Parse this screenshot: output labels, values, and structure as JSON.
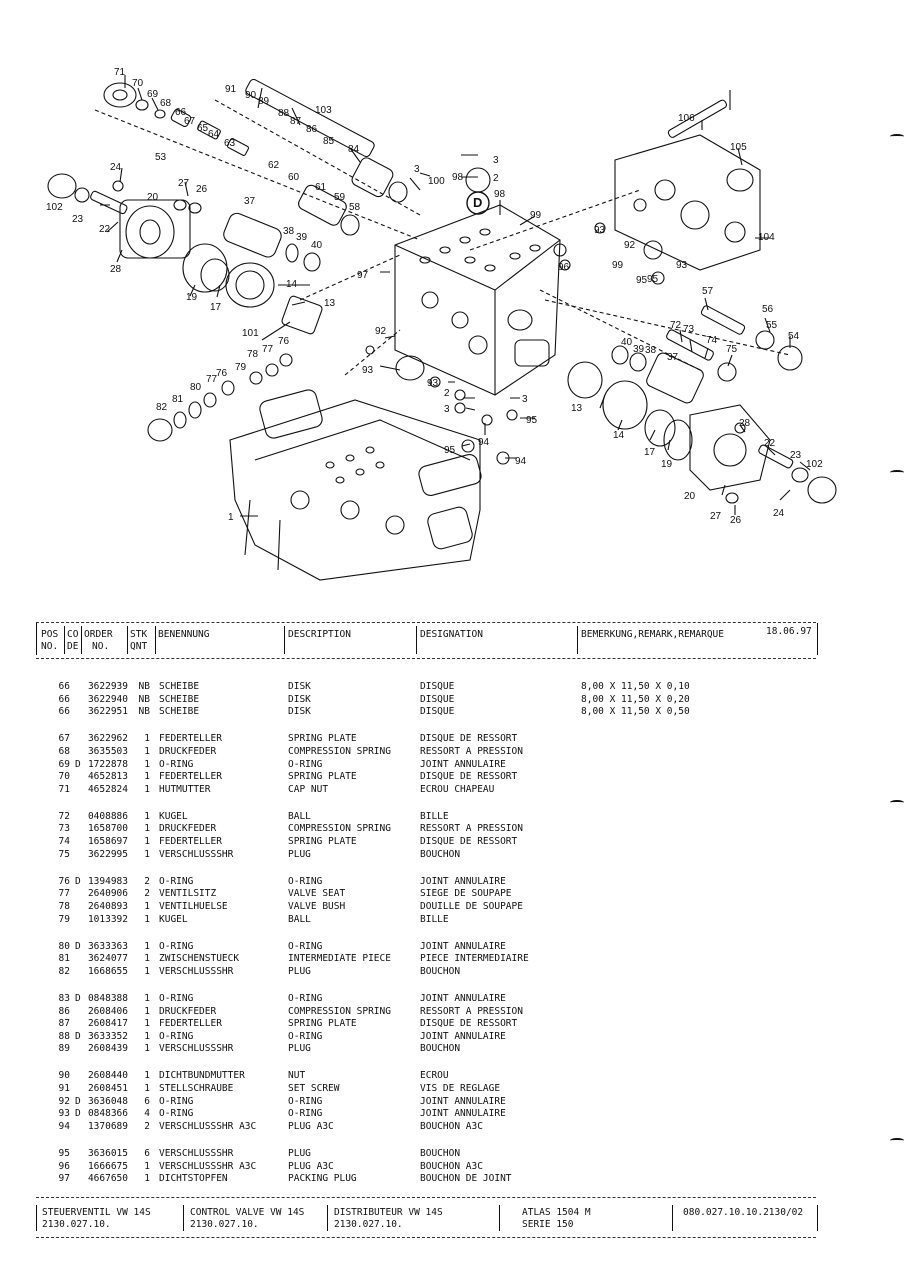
{
  "header": {
    "pos": "POS",
    "no": "NO.",
    "co": "CO",
    "de": "DE",
    "order": "ORDER",
    "order_no": "NO.",
    "stk": "STK",
    "qnt": "QNT",
    "benennung": "BENENNUNG",
    "description": "DESCRIPTION",
    "designation": "DESIGNATION",
    "remark": "BEMERKUNG,REMARK,REMARQUE",
    "date": "18.06.97"
  },
  "groups": [
    [
      {
        "pos": "66",
        "co": "",
        "order": "3622939",
        "qty": "NB",
        "ben": "SCHEIBE",
        "desc": "DISK",
        "desig": "DISQUE",
        "rem": "8,00 X 11,50 X 0,10"
      },
      {
        "pos": "66",
        "co": "",
        "order": "3622940",
        "qty": "NB",
        "ben": "SCHEIBE",
        "desc": "DISK",
        "desig": "DISQUE",
        "rem": "8,00 X 11,50 X 0,20"
      },
      {
        "pos": "66",
        "co": "",
        "order": "3622951",
        "qty": "NB",
        "ben": "SCHEIBE",
        "desc": "DISK",
        "desig": "DISQUE",
        "rem": "8,00 X 11,50 X 0,50"
      }
    ],
    [
      {
        "pos": "67",
        "co": "",
        "order": "3622962",
        "qty": "1",
        "ben": "FEDERTELLER",
        "desc": "SPRING PLATE",
        "desig": "DISQUE DE RESSORT",
        "rem": ""
      },
      {
        "pos": "68",
        "co": "",
        "order": "3635503",
        "qty": "1",
        "ben": "DRUCKFEDER",
        "desc": "COMPRESSION SPRING",
        "desig": "RESSORT A PRESSION",
        "rem": ""
      },
      {
        "pos": "69",
        "co": "D",
        "order": "1722878",
        "qty": "1",
        "ben": "O-RING",
        "desc": "O-RING",
        "desig": "JOINT ANNULAIRE",
        "rem": ""
      },
      {
        "pos": "70",
        "co": "",
        "order": "4652813",
        "qty": "1",
        "ben": "FEDERTELLER",
        "desc": "SPRING PLATE",
        "desig": "DISQUE DE RESSORT",
        "rem": ""
      },
      {
        "pos": "71",
        "co": "",
        "order": "4652824",
        "qty": "1",
        "ben": "HUTMUTTER",
        "desc": "CAP NUT",
        "desig": "ECROU CHAPEAU",
        "rem": ""
      }
    ],
    [
      {
        "pos": "72",
        "co": "",
        "order": "0408886",
        "qty": "1",
        "ben": "KUGEL",
        "desc": "BALL",
        "desig": "BILLE",
        "rem": ""
      },
      {
        "pos": "73",
        "co": "",
        "order": "1658700",
        "qty": "1",
        "ben": "DRUCKFEDER",
        "desc": "COMPRESSION SPRING",
        "desig": "RESSORT A PRESSION",
        "rem": ""
      },
      {
        "pos": "74",
        "co": "",
        "order": "1658697",
        "qty": "1",
        "ben": "FEDERTELLER",
        "desc": "SPRING PLATE",
        "desig": "DISQUE DE RESSORT",
        "rem": ""
      },
      {
        "pos": "75",
        "co": "",
        "order": "3622995",
        "qty": "1",
        "ben": "VERSCHLUSSSHR",
        "desc": "PLUG",
        "desig": "BOUCHON",
        "rem": ""
      }
    ],
    [
      {
        "pos": "76",
        "co": "D",
        "order": "1394983",
        "qty": "2",
        "ben": "O-RING",
        "desc": "O-RING",
        "desig": "JOINT ANNULAIRE",
        "rem": ""
      },
      {
        "pos": "77",
        "co": "",
        "order": "2640906",
        "qty": "2",
        "ben": "VENTILSITZ",
        "desc": "VALVE SEAT",
        "desig": "SIEGE DE SOUPAPE",
        "rem": ""
      },
      {
        "pos": "78",
        "co": "",
        "order": "2640893",
        "qty": "1",
        "ben": "VENTILHUELSE",
        "desc": "VALVE BUSH",
        "desig": "DOUILLE DE SOUPAPE",
        "rem": ""
      },
      {
        "pos": "79",
        "co": "",
        "order": "1013392",
        "qty": "1",
        "ben": "KUGEL",
        "desc": "BALL",
        "desig": "BILLE",
        "rem": ""
      }
    ],
    [
      {
        "pos": "80",
        "co": "D",
        "order": "3633363",
        "qty": "1",
        "ben": "O-RING",
        "desc": "O-RING",
        "desig": "JOINT ANNULAIRE",
        "rem": ""
      },
      {
        "pos": "81",
        "co": "",
        "order": "3624077",
        "qty": "1",
        "ben": "ZWISCHENSTUECK",
        "desc": "INTERMEDIATE PIECE",
        "desig": "PIECE INTERMEDIAIRE",
        "rem": ""
      },
      {
        "pos": "82",
        "co": "",
        "order": "1668655",
        "qty": "1",
        "ben": "VERSCHLUSSSHR",
        "desc": "PLUG",
        "desig": "BOUCHON",
        "rem": ""
      }
    ],
    [
      {
        "pos": "83",
        "co": "D",
        "order": "0848388",
        "qty": "1",
        "ben": "O-RING",
        "desc": "O-RING",
        "desig": "JOINT ANNULAIRE",
        "rem": ""
      },
      {
        "pos": "86",
        "co": "",
        "order": "2608406",
        "qty": "1",
        "ben": "DRUCKFEDER",
        "desc": "COMPRESSION SPRING",
        "desig": "RESSORT A PRESSION",
        "rem": ""
      },
      {
        "pos": "87",
        "co": "",
        "order": "2608417",
        "qty": "1",
        "ben": "FEDERTELLER",
        "desc": "SPRING PLATE",
        "desig": "DISQUE DE RESSORT",
        "rem": ""
      },
      {
        "pos": "88",
        "co": "D",
        "order": "3633352",
        "qty": "1",
        "ben": "O-RING",
        "desc": "O-RING",
        "desig": "JOINT ANNULAIRE",
        "rem": ""
      },
      {
        "pos": "89",
        "co": "",
        "order": "2608439",
        "qty": "1",
        "ben": "VERSCHLUSSSHR",
        "desc": "PLUG",
        "desig": "BOUCHON",
        "rem": ""
      }
    ],
    [
      {
        "pos": "90",
        "co": "",
        "order": "2608440",
        "qty": "1",
        "ben": "DICHTBUNDMUTTER",
        "desc": "NUT",
        "desig": "ECROU",
        "rem": ""
      },
      {
        "pos": "91",
        "co": "",
        "order": "2608451",
        "qty": "1",
        "ben": "STELLSCHRAUBE",
        "desc": "SET SCREW",
        "desig": "VIS DE REGLAGE",
        "rem": ""
      },
      {
        "pos": "92",
        "co": "D",
        "order": "3636048",
        "qty": "6",
        "ben": "O-RING",
        "desc": "O-RING",
        "desig": "JOINT ANNULAIRE",
        "rem": ""
      },
      {
        "pos": "93",
        "co": "D",
        "order": "0848366",
        "qty": "4",
        "ben": "O-RING",
        "desc": "O-RING",
        "desig": "JOINT ANNULAIRE",
        "rem": ""
      },
      {
        "pos": "94",
        "co": "",
        "order": "1370689",
        "qty": "2",
        "ben": "VERSCHLUSSSHR A3C",
        "desc": "PLUG A3C",
        "desig": "BOUCHON A3C",
        "rem": ""
      }
    ],
    [
      {
        "pos": "95",
        "co": "",
        "order": "3636015",
        "qty": "6",
        "ben": "VERSCHLUSSSHR",
        "desc": "PLUG",
        "desig": "BOUCHON",
        "rem": ""
      },
      {
        "pos": "96",
        "co": "",
        "order": "1666675",
        "qty": "1",
        "ben": "VERSCHLUSSSHR A3C",
        "desc": "PLUG A3C",
        "desig": "BOUCHON A3C",
        "rem": ""
      },
      {
        "pos": "97",
        "co": "",
        "order": "4667650",
        "qty": "1",
        "ben": "DICHTSTOPFEN",
        "desc": "PACKING PLUG",
        "desig": "BOUCHON DE JOINT",
        "rem": ""
      }
    ]
  ],
  "footer": {
    "de_line1": "STEUERVENTIL VW 14S",
    "de_line2": "2130.027.10.",
    "en_line1": "CONTROL VALVE VW 14S",
    "en_line2": "2130.027.10.",
    "fr_line1": "DISTRIBUTEUR VW 14S",
    "fr_line2": "2130.027.10.",
    "model_line1": "ATLAS 1504 M",
    "model_line2": "SERIE 150",
    "doc_no": "080.027.10.10.2130/02"
  },
  "callouts": [
    "71",
    "70",
    "69",
    "68",
    "66",
    "67",
    "65",
    "64",
    "63",
    "53",
    "24",
    "102",
    "23",
    "22",
    "20",
    "27",
    "26",
    "28",
    "19",
    "17",
    "91",
    "90",
    "89",
    "88",
    "103",
    "87",
    "86",
    "85",
    "84",
    "62",
    "60",
    "61",
    "59",
    "58",
    "37",
    "38",
    "39",
    "40",
    "14",
    "13",
    "101",
    "76",
    "77",
    "78",
    "79",
    "80",
    "77",
    "76",
    "82",
    "81",
    "3",
    "100",
    "98",
    "3",
    "2",
    "98",
    "99",
    "93",
    "95",
    "96",
    "92",
    "93",
    "99",
    "95",
    "106",
    "105",
    "104",
    "97",
    "92",
    "93",
    "93",
    "2",
    "3",
    "3",
    "95",
    "94",
    "95",
    "94",
    "57",
    "56",
    "55",
    "54",
    "72",
    "73",
    "74",
    "75",
    "40",
    "39",
    "38",
    "37",
    "13",
    "14",
    "17",
    "19",
    "28",
    "22",
    "23",
    "102",
    "20",
    "27",
    "26",
    "24",
    "1",
    "D"
  ]
}
